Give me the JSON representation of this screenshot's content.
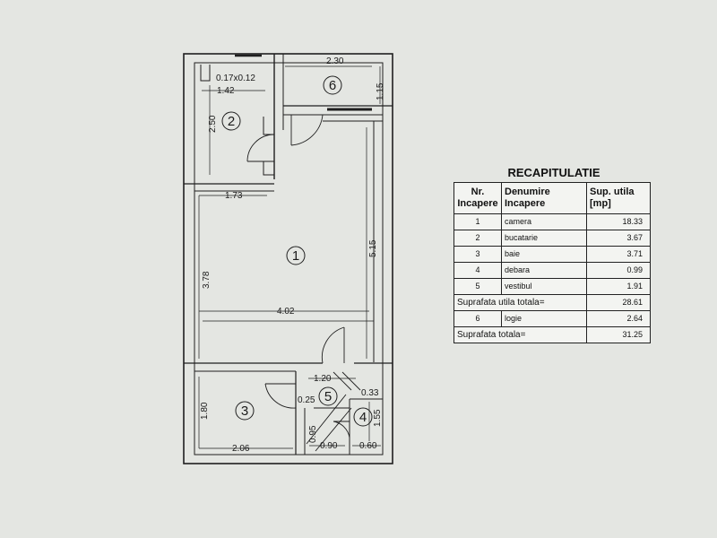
{
  "plan": {
    "dimensions": {
      "d_017x012": "0.17x0.12",
      "d_142": "1.42",
      "d_230": "2.30",
      "d_115": "1.15",
      "d_250": "2.50",
      "d_173": "1.73",
      "d_378": "3.78",
      "d_515": "5.15",
      "d_402": "4.02",
      "d_120": "1.20",
      "d_025": "0.25",
      "d_033": "0.33",
      "d_180": "1.80",
      "d_155": "1.55",
      "d_095": "0.95",
      "d_206": "2.06",
      "d_090": "0.90",
      "d_060": "0.60"
    },
    "room_numbers": {
      "r1": "1",
      "r2": "2",
      "r3": "3",
      "r4": "4",
      "r5": "5",
      "r6": "6"
    }
  },
  "recap": {
    "title": "RECAPITULATIE",
    "headers": {
      "nr_line1": "Nr.",
      "nr_line2": "Incapere",
      "name_line1": "Denumire",
      "name_line2": "Incapere",
      "area_line1": "Sup. utila",
      "area_line2": "[mp]"
    },
    "rows": [
      {
        "nr": "1",
        "name": "camera",
        "area": "18.33"
      },
      {
        "nr": "2",
        "name": "bucatarie",
        "area": "3.67"
      },
      {
        "nr": "3",
        "name": "baie",
        "area": "3.71"
      },
      {
        "nr": "4",
        "name": "debara",
        "area": "0.99"
      },
      {
        "nr": "5",
        "name": "vestibul",
        "area": "1.91"
      }
    ],
    "useful_total": {
      "label": "Suprafata utila totala=",
      "value": "28.61"
    },
    "loggia": {
      "nr": "6",
      "name": "logie",
      "area": "2.64"
    },
    "grand_total": {
      "label": "Suprafata totala=",
      "value": "31.25"
    }
  }
}
